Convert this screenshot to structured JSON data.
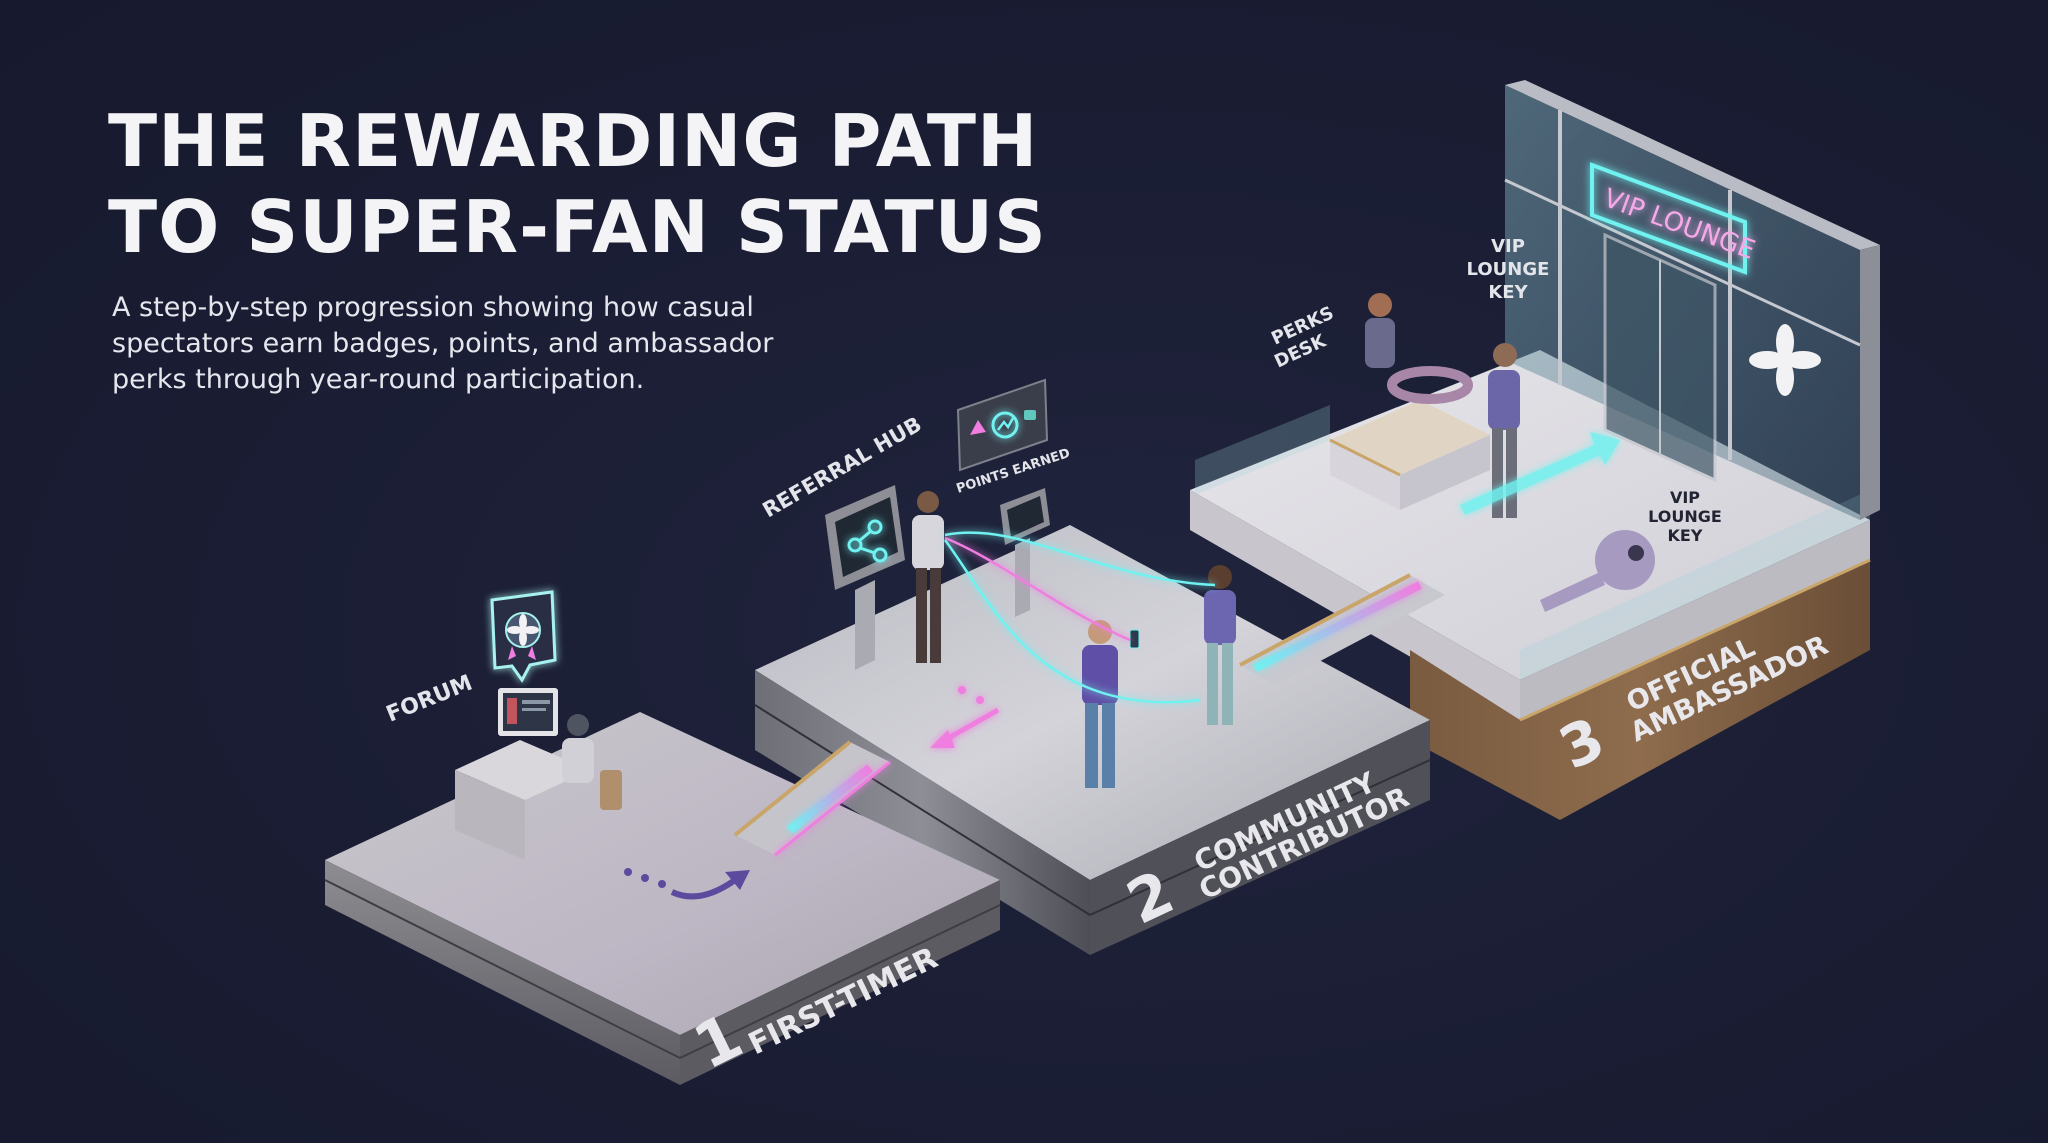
{
  "header": {
    "title_line1": "THE REWARDING PATH",
    "title_line2": "TO SUPER-FAN STATUS",
    "subtitle": "A step-by-step progression showing how casual spectators earn badges, points, and ambassador perks through year-round participation."
  },
  "stages": [
    {
      "number": "1",
      "label_line1": "FIRST-TIMER",
      "label_line2": "",
      "material": "concrete"
    },
    {
      "number": "2",
      "label_line1": "COMMUNITY",
      "label_line2": "CONTRIBUTOR",
      "material": "brushed-steel"
    },
    {
      "number": "3",
      "label_line1": "OFFICIAL",
      "label_line2": "AMBASSADOR",
      "material": "marble-wood"
    }
  ],
  "callouts": {
    "forum": "FORUM",
    "referral_hub": "REFERRAL HUB",
    "points_earned": "POINTS EARNED",
    "perks_desk_line1": "PERKS",
    "perks_desk_line2": "DESK",
    "vip_key_top_line1": "VIP",
    "vip_key_top_line2": "LOUNGE",
    "vip_key_top_line3": "KEY",
    "vip_key_floor_line1": "VIP",
    "vip_key_floor_line2": "LOUNGE",
    "vip_key_floor_line3": "KEY"
  },
  "neon_sign": "VIP LOUNGE",
  "icons": [
    "badge-award-icon",
    "share-network-icon",
    "trend-up-icon",
    "triangle-up-icon",
    "key-icon",
    "flower-logo-icon",
    "arrow-icon"
  ],
  "colors": {
    "background": "#1a1d33",
    "neon_pink": "#f07de0",
    "neon_cyan": "#6ff2f0",
    "path_arrow": "#5b4a9e",
    "wood": "#8a6a4a",
    "text": "#f4f4f6"
  }
}
